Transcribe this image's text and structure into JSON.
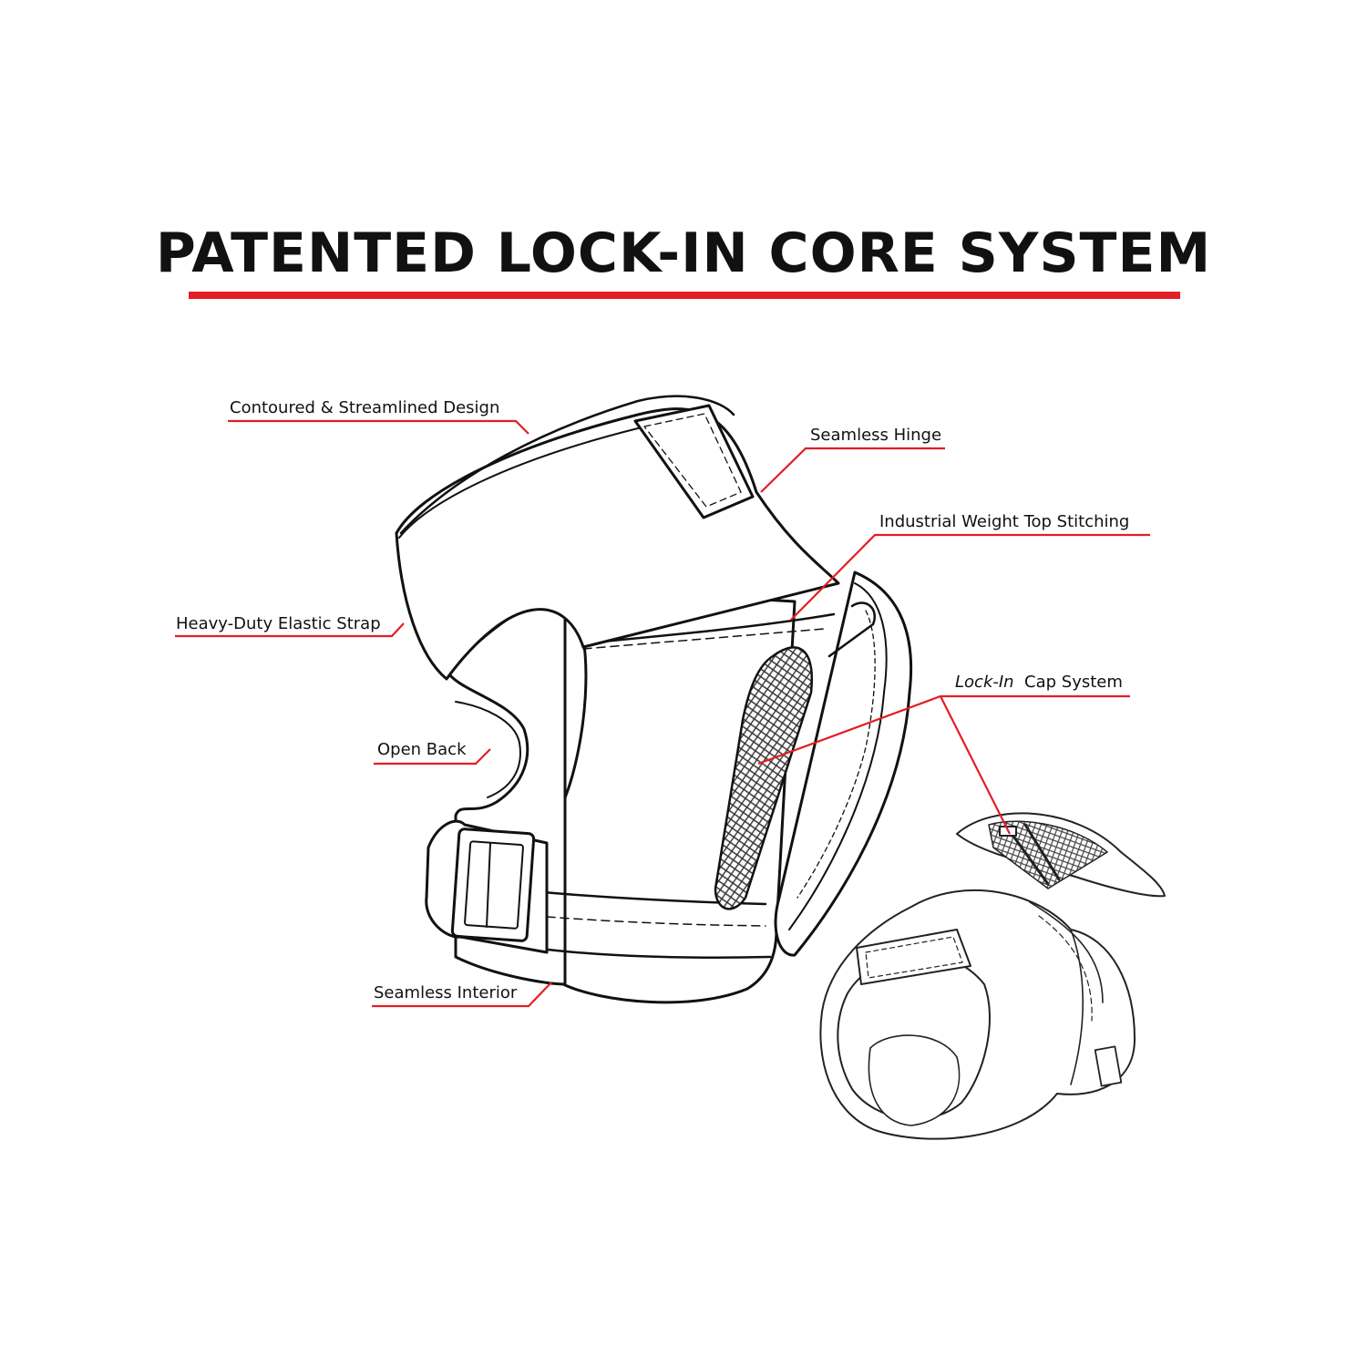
{
  "title": "PATENTED LOCK-IN CORE SYSTEM",
  "colors": {
    "accent": "#e31e24",
    "ink": "#111111",
    "background": "#ffffff"
  },
  "callouts": {
    "contoured": "Contoured & Streamlined Design",
    "hinge": "Seamless Hinge",
    "stitching": "Industrial Weight Top Stitching",
    "strap": "Heavy-Duty Elastic Strap",
    "lockin_italic": "Lock-In",
    "lockin_rest": "Cap System",
    "open_back": "Open Back",
    "interior": "Seamless Interior"
  }
}
